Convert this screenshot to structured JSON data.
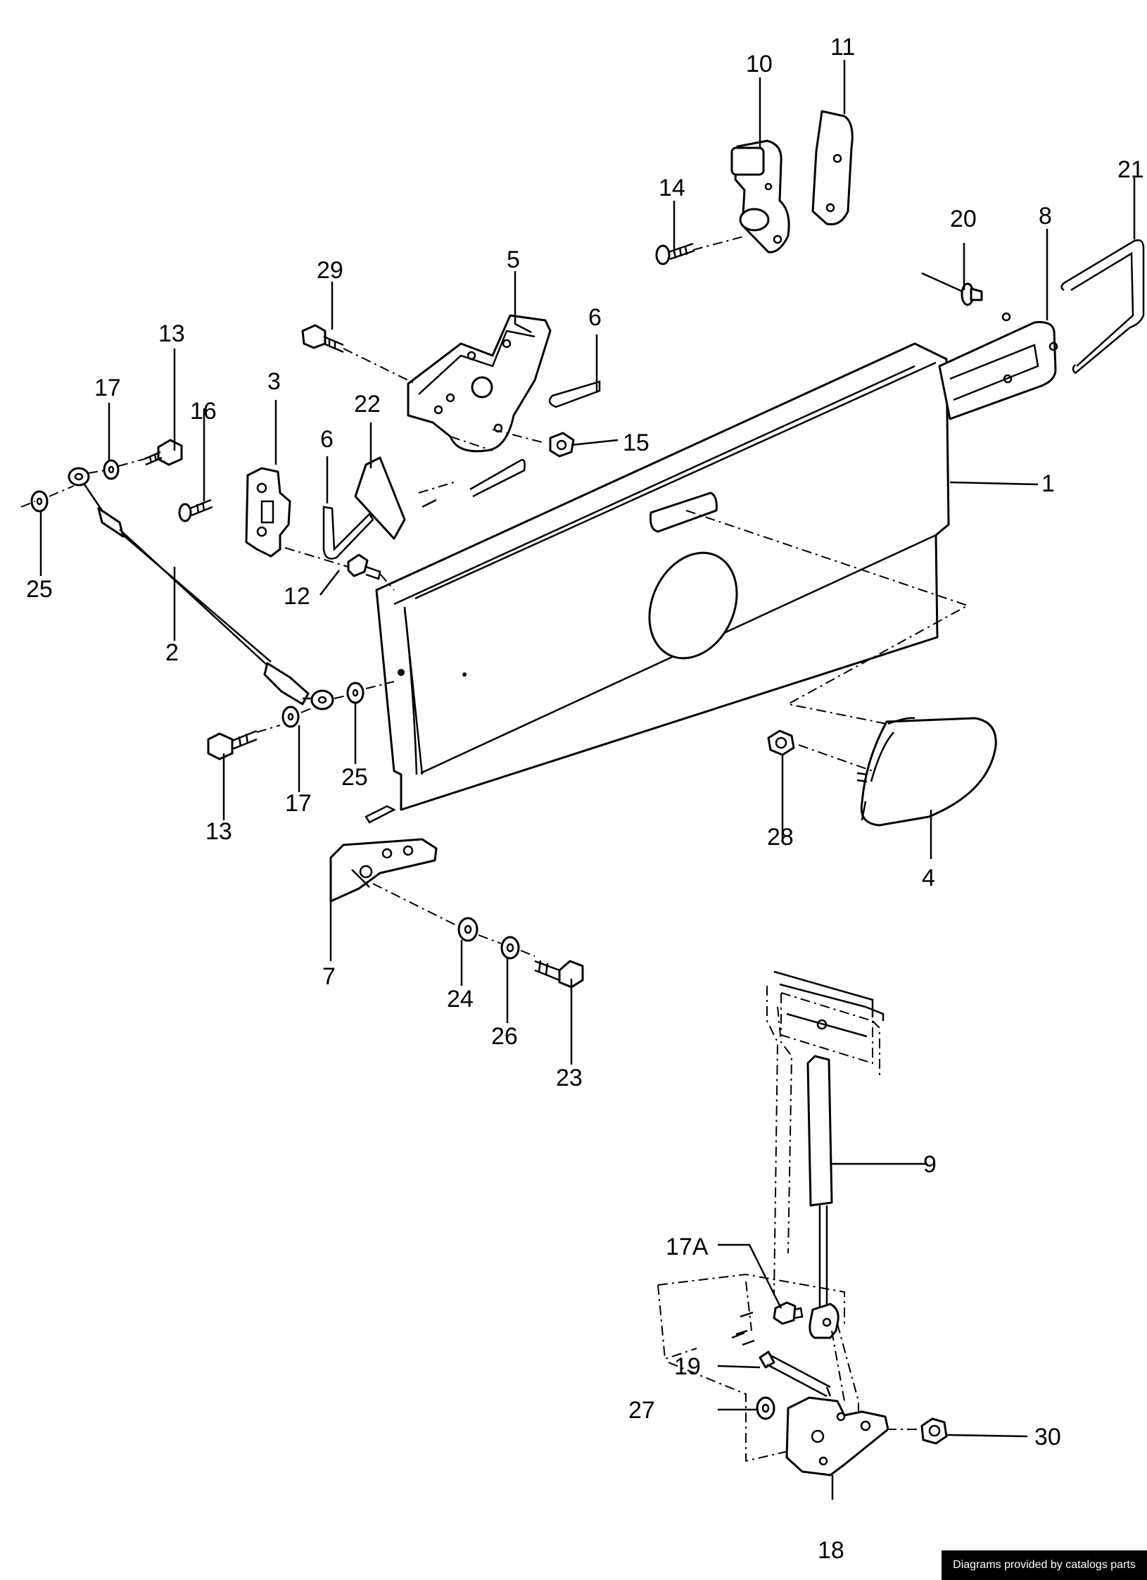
{
  "footer": {
    "credit": "Diagrams provided by catalogs parts"
  },
  "callouts": [
    {
      "id": "c1",
      "text": "1"
    },
    {
      "id": "c2",
      "text": "2"
    },
    {
      "id": "c3",
      "text": "3"
    },
    {
      "id": "c4",
      "text": "4"
    },
    {
      "id": "c5",
      "text": "5"
    },
    {
      "id": "c6a",
      "text": "6"
    },
    {
      "id": "c6b",
      "text": "6"
    },
    {
      "id": "c7",
      "text": "7"
    },
    {
      "id": "c8",
      "text": "8"
    },
    {
      "id": "c9",
      "text": "9"
    },
    {
      "id": "c10",
      "text": "10"
    },
    {
      "id": "c11",
      "text": "11"
    },
    {
      "id": "c12",
      "text": "12"
    },
    {
      "id": "c13a",
      "text": "13"
    },
    {
      "id": "c13b",
      "text": "13"
    },
    {
      "id": "c14",
      "text": "14"
    },
    {
      "id": "c15",
      "text": "15"
    },
    {
      "id": "c16",
      "text": "16"
    },
    {
      "id": "c17a",
      "text": "17"
    },
    {
      "id": "c17b",
      "text": "17"
    },
    {
      "id": "c17A",
      "text": "17A"
    },
    {
      "id": "c18",
      "text": "18"
    },
    {
      "id": "c19",
      "text": "19"
    },
    {
      "id": "c20",
      "text": "20"
    },
    {
      "id": "c21",
      "text": "21"
    },
    {
      "id": "c22",
      "text": "22"
    },
    {
      "id": "c23",
      "text": "23"
    },
    {
      "id": "c24",
      "text": "24"
    },
    {
      "id": "c25a",
      "text": "25"
    },
    {
      "id": "c25b",
      "text": "25"
    },
    {
      "id": "c26",
      "text": "26"
    },
    {
      "id": "c27",
      "text": "27"
    },
    {
      "id": "c28",
      "text": "28"
    },
    {
      "id": "c29",
      "text": "29"
    },
    {
      "id": "c30",
      "text": "30"
    }
  ]
}
